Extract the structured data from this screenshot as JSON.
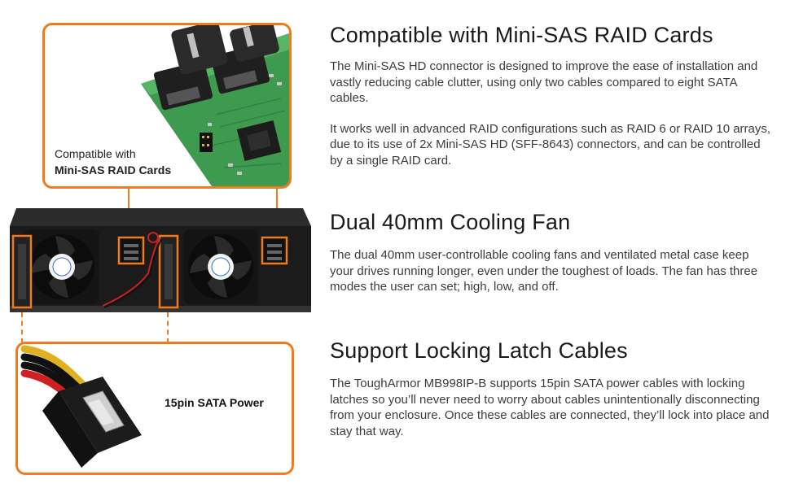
{
  "illustrations": {
    "raid_card_caption_line1": "Compatible with",
    "raid_card_caption_line2": "Mini-SAS RAID Cards",
    "power_caption": "15pin SATA Power",
    "accent_color": "#f07b1c"
  },
  "sections": [
    {
      "heading": "Compatible with Mini-SAS RAID Cards",
      "paragraphs": [
        "The Mini-SAS HD connector is designed to improve the ease of installation and vastly reducing cable clutter, using only two cables compared to eight SATA cables.",
        "It works well in advanced RAID configurations such as RAID 6 or RAID 10 arrays, due to its use of 2x Mini-SAS HD (SFF-8643) connectors, and can be controlled by a single RAID card."
      ]
    },
    {
      "heading": "Dual 40mm Cooling Fan",
      "paragraphs": [
        "The dual 40mm user-controllable cooling fans and ventilated metal case keep your drives running longer, even under the toughest of loads. The fan has three modes the user can set; high, low, and off."
      ]
    },
    {
      "heading": "Support Locking Latch Cables",
      "paragraphs": [
        "The ToughArmor MB998IP-B supports 15pin SATA power cables with locking latches so you’ll never need to worry about cables unintentionally disconnecting from your enclosure. Once these cables are connected, they’ll lock into place and stay that way."
      ]
    }
  ]
}
